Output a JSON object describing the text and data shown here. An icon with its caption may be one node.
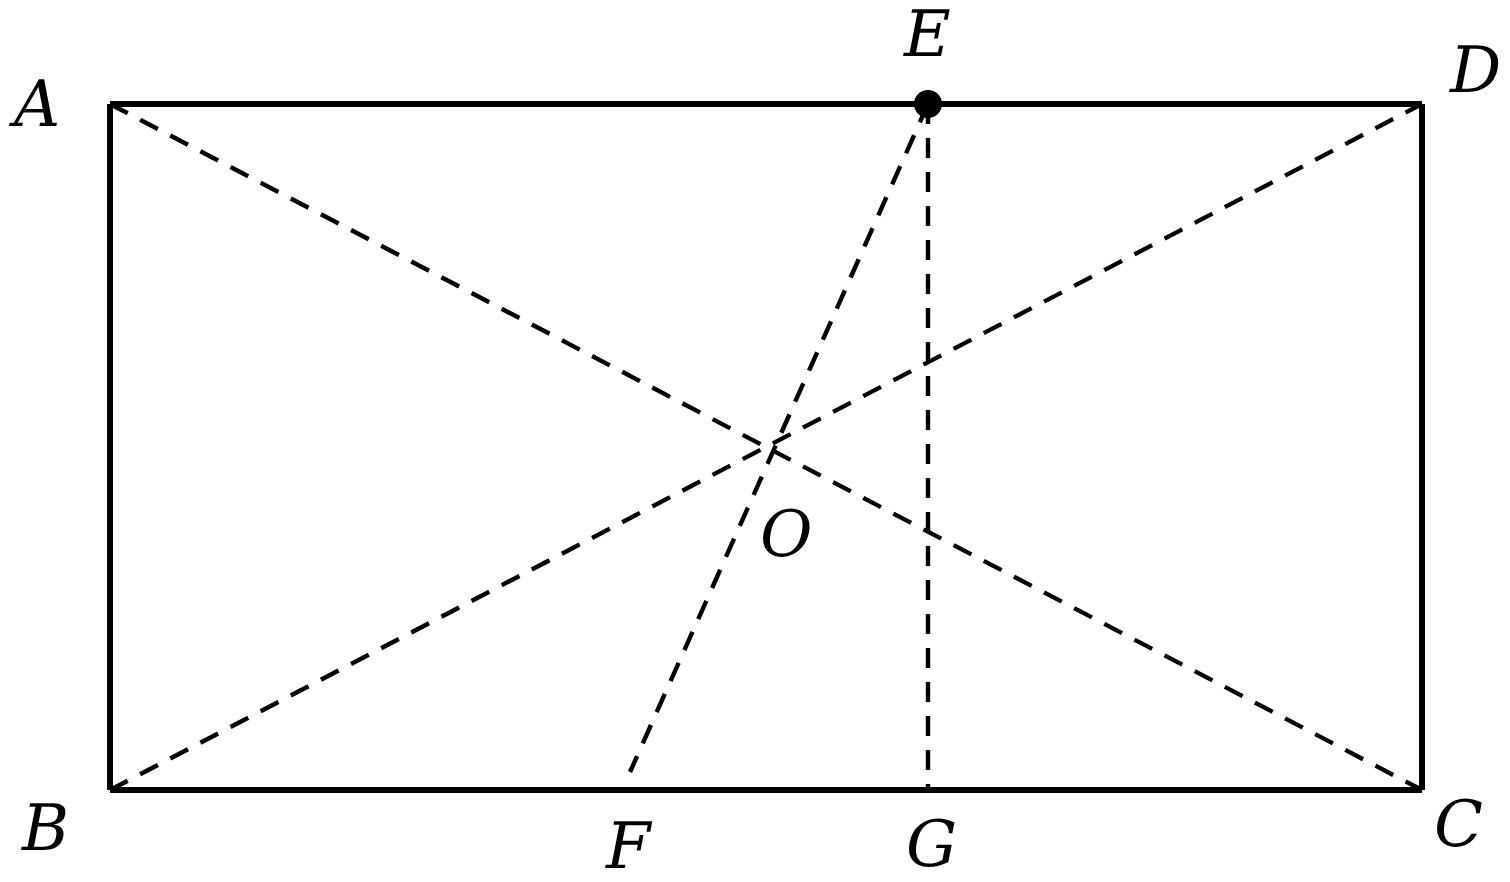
{
  "diagram": {
    "nodes": [
      {
        "text": [
          "A"
        ]
      },
      {
        "text": [
          "D"
        ]
      },
      {
        "text": [
          "E"
        ]
      },
      {
        "text": [
          "B"
        ]
      },
      {
        "text": [
          "F"
        ]
      },
      {
        "text": [
          "G"
        ]
      },
      {
        "text": [
          "C"
        ]
      }
    ],
    "edges": [
      {
        "from": 0,
        "to": 2,
        "arrow": "none"
      },
      {
        "from": 2,
        "to": 1,
        "arrow": "none"
      },
      {
        "from": 1,
        "to": 6,
        "arrow": "none"
      },
      {
        "from": 6,
        "to": 3,
        "arrow": "none"
      },
      {
        "from": 3,
        "to": 0,
        "arrow": "none"
      },
      {
        "from": 0,
        "to": 6,
        "arrow": "none",
        "style": "dashed"
      },
      {
        "from": 3,
        "to": 1,
        "arrow": "none",
        "style": "dashed"
      },
      {
        "from": 2,
        "to": 4,
        "arrow": "none",
        "style": "dashed"
      },
      {
        "from": 2,
        "to": 5,
        "arrow": "none",
        "style": "dashed"
      }
    ],
    "labels": [
      "O"
    ]
  }
}
